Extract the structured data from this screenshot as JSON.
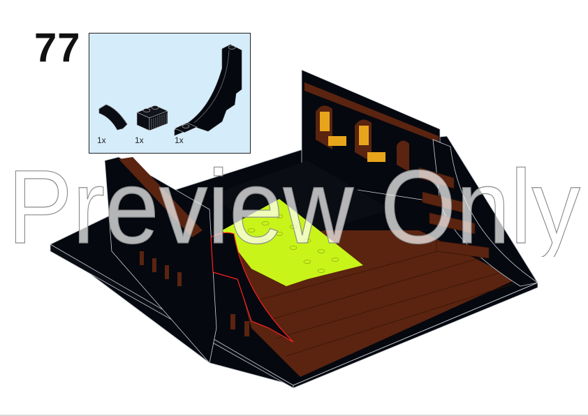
{
  "step": {
    "number": "77"
  },
  "parts_callout": {
    "background": "#d5ecfb",
    "parts": [
      {
        "name": "black-curved-slope-1x2",
        "quantity": "1x"
      },
      {
        "name": "black-brick-1x2-grille",
        "quantity": "1x"
      },
      {
        "name": "black-arch-curved-support",
        "quantity": "1x"
      }
    ]
  },
  "model": {
    "description": "Ship hull section with black walls, reddish-brown deck, lime plate area, windows with lanterns",
    "colors": {
      "black": "#05080f",
      "reddish_brown": "#5a2410",
      "lime": "#c8f41a",
      "highlight": "#ff2020",
      "gold": "#e8a51c"
    }
  },
  "watermark": {
    "text": "Preview Only"
  }
}
